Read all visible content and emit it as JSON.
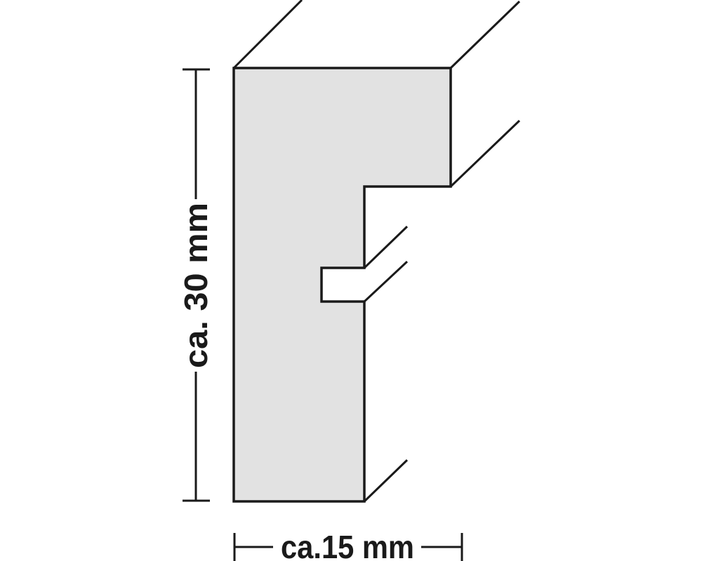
{
  "diagram": {
    "type": "frame-profile-cross-section",
    "colors": {
      "profile_fill": "#e2e2e2",
      "stroke": "#1a1a1a",
      "background": "#ffffff"
    },
    "dimensions": {
      "height_label": "ca. 30 mm",
      "width_label": "ca.15 mm"
    }
  }
}
